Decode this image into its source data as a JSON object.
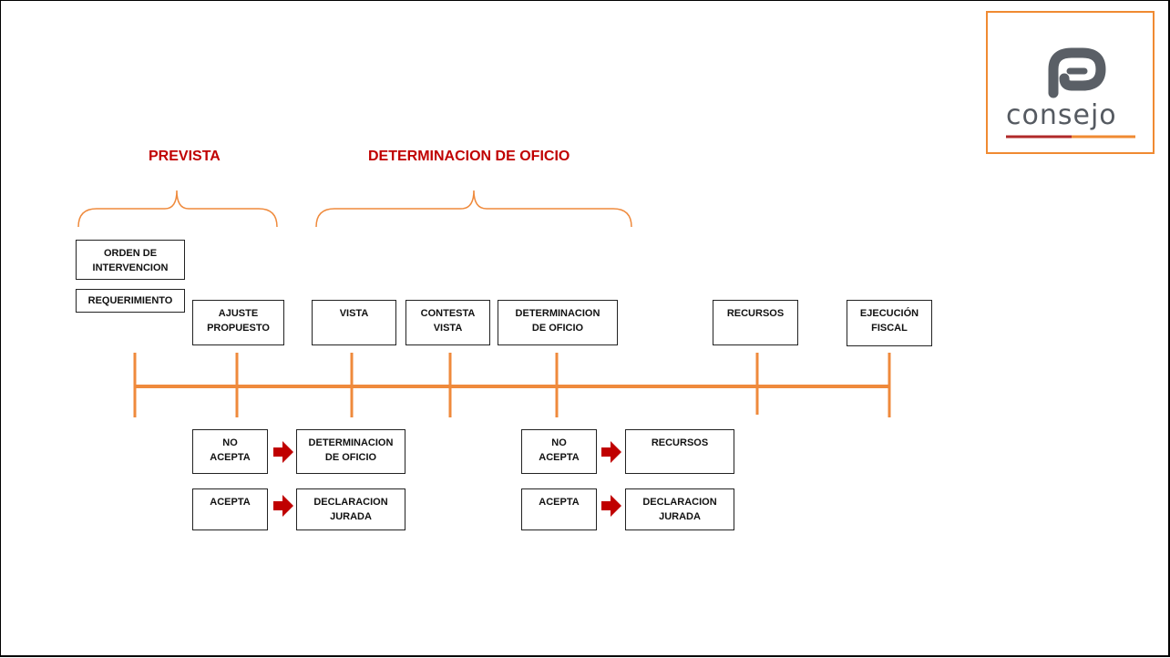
{
  "headings": {
    "prevista": "PREVISTA",
    "determinacion": "DETERMINACION DE OFICIO"
  },
  "logo": {
    "text": "consejo",
    "colors": {
      "frame": "#f08a32",
      "mark": "#5a5f66",
      "underline_left": "#b02a2a",
      "underline_right": "#f08a32"
    }
  },
  "boxes": {
    "orden": {
      "line1": "ORDEN DE",
      "line2": "INTERVENCION"
    },
    "requerimiento": {
      "line1": "REQUERIMIENTO"
    },
    "ajuste": {
      "line1": "AJUSTE",
      "line2": "PROPUESTO"
    },
    "vista": {
      "line1": "VISTA"
    },
    "contesta": {
      "line1": "CONTESTA",
      "line2": "VISTA"
    },
    "determinacion": {
      "line1": "DETERMINACION",
      "line2": "DE OFICIO"
    },
    "recursos": {
      "line1": "RECURSOS"
    },
    "ejecucion": {
      "line1": "EJECUCIÓN",
      "line2": "FISCAL"
    },
    "left_no_acepta": {
      "line1": "NO",
      "line2": "ACEPTA"
    },
    "left_determinacion": {
      "line1": "DETERMINACION",
      "line2": "DE OFICIO"
    },
    "left_acepta": {
      "line1": "ACEPTA"
    },
    "left_declaracion": {
      "line1": "DECLARACION",
      "line2": "JURADA"
    },
    "right_no_acepta": {
      "line1": "NO",
      "line2": "ACEPTA"
    },
    "right_recursos": {
      "line1": "RECURSOS"
    },
    "right_acepta": {
      "line1": "ACEPTA"
    },
    "right_declaracion": {
      "line1": "DECLARACION",
      "line2": "JURADA"
    }
  },
  "colors": {
    "timeline": "#ef8a3c",
    "brace": "#ef8a3c",
    "heading": "#c00000",
    "arrow": "#c00000"
  }
}
